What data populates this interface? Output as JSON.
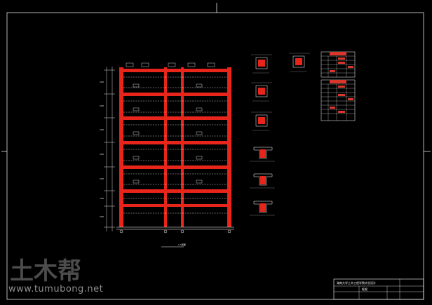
{
  "watermark": {
    "logo_text": "土木帮",
    "url": "www.tumubong.net"
  },
  "drawing": {
    "section_caption": "1-1剖面",
    "title_block": {
      "school": "湖南大学土木工程学院毕业设计",
      "sheet_name": "框架"
    }
  },
  "colors": {
    "background": "#000000",
    "frame_line": "#ffffff",
    "column_beam": "#e8251b",
    "dimension": "#d9d9d9",
    "table_red": "#d9362c",
    "table_white": "#ffffff"
  }
}
